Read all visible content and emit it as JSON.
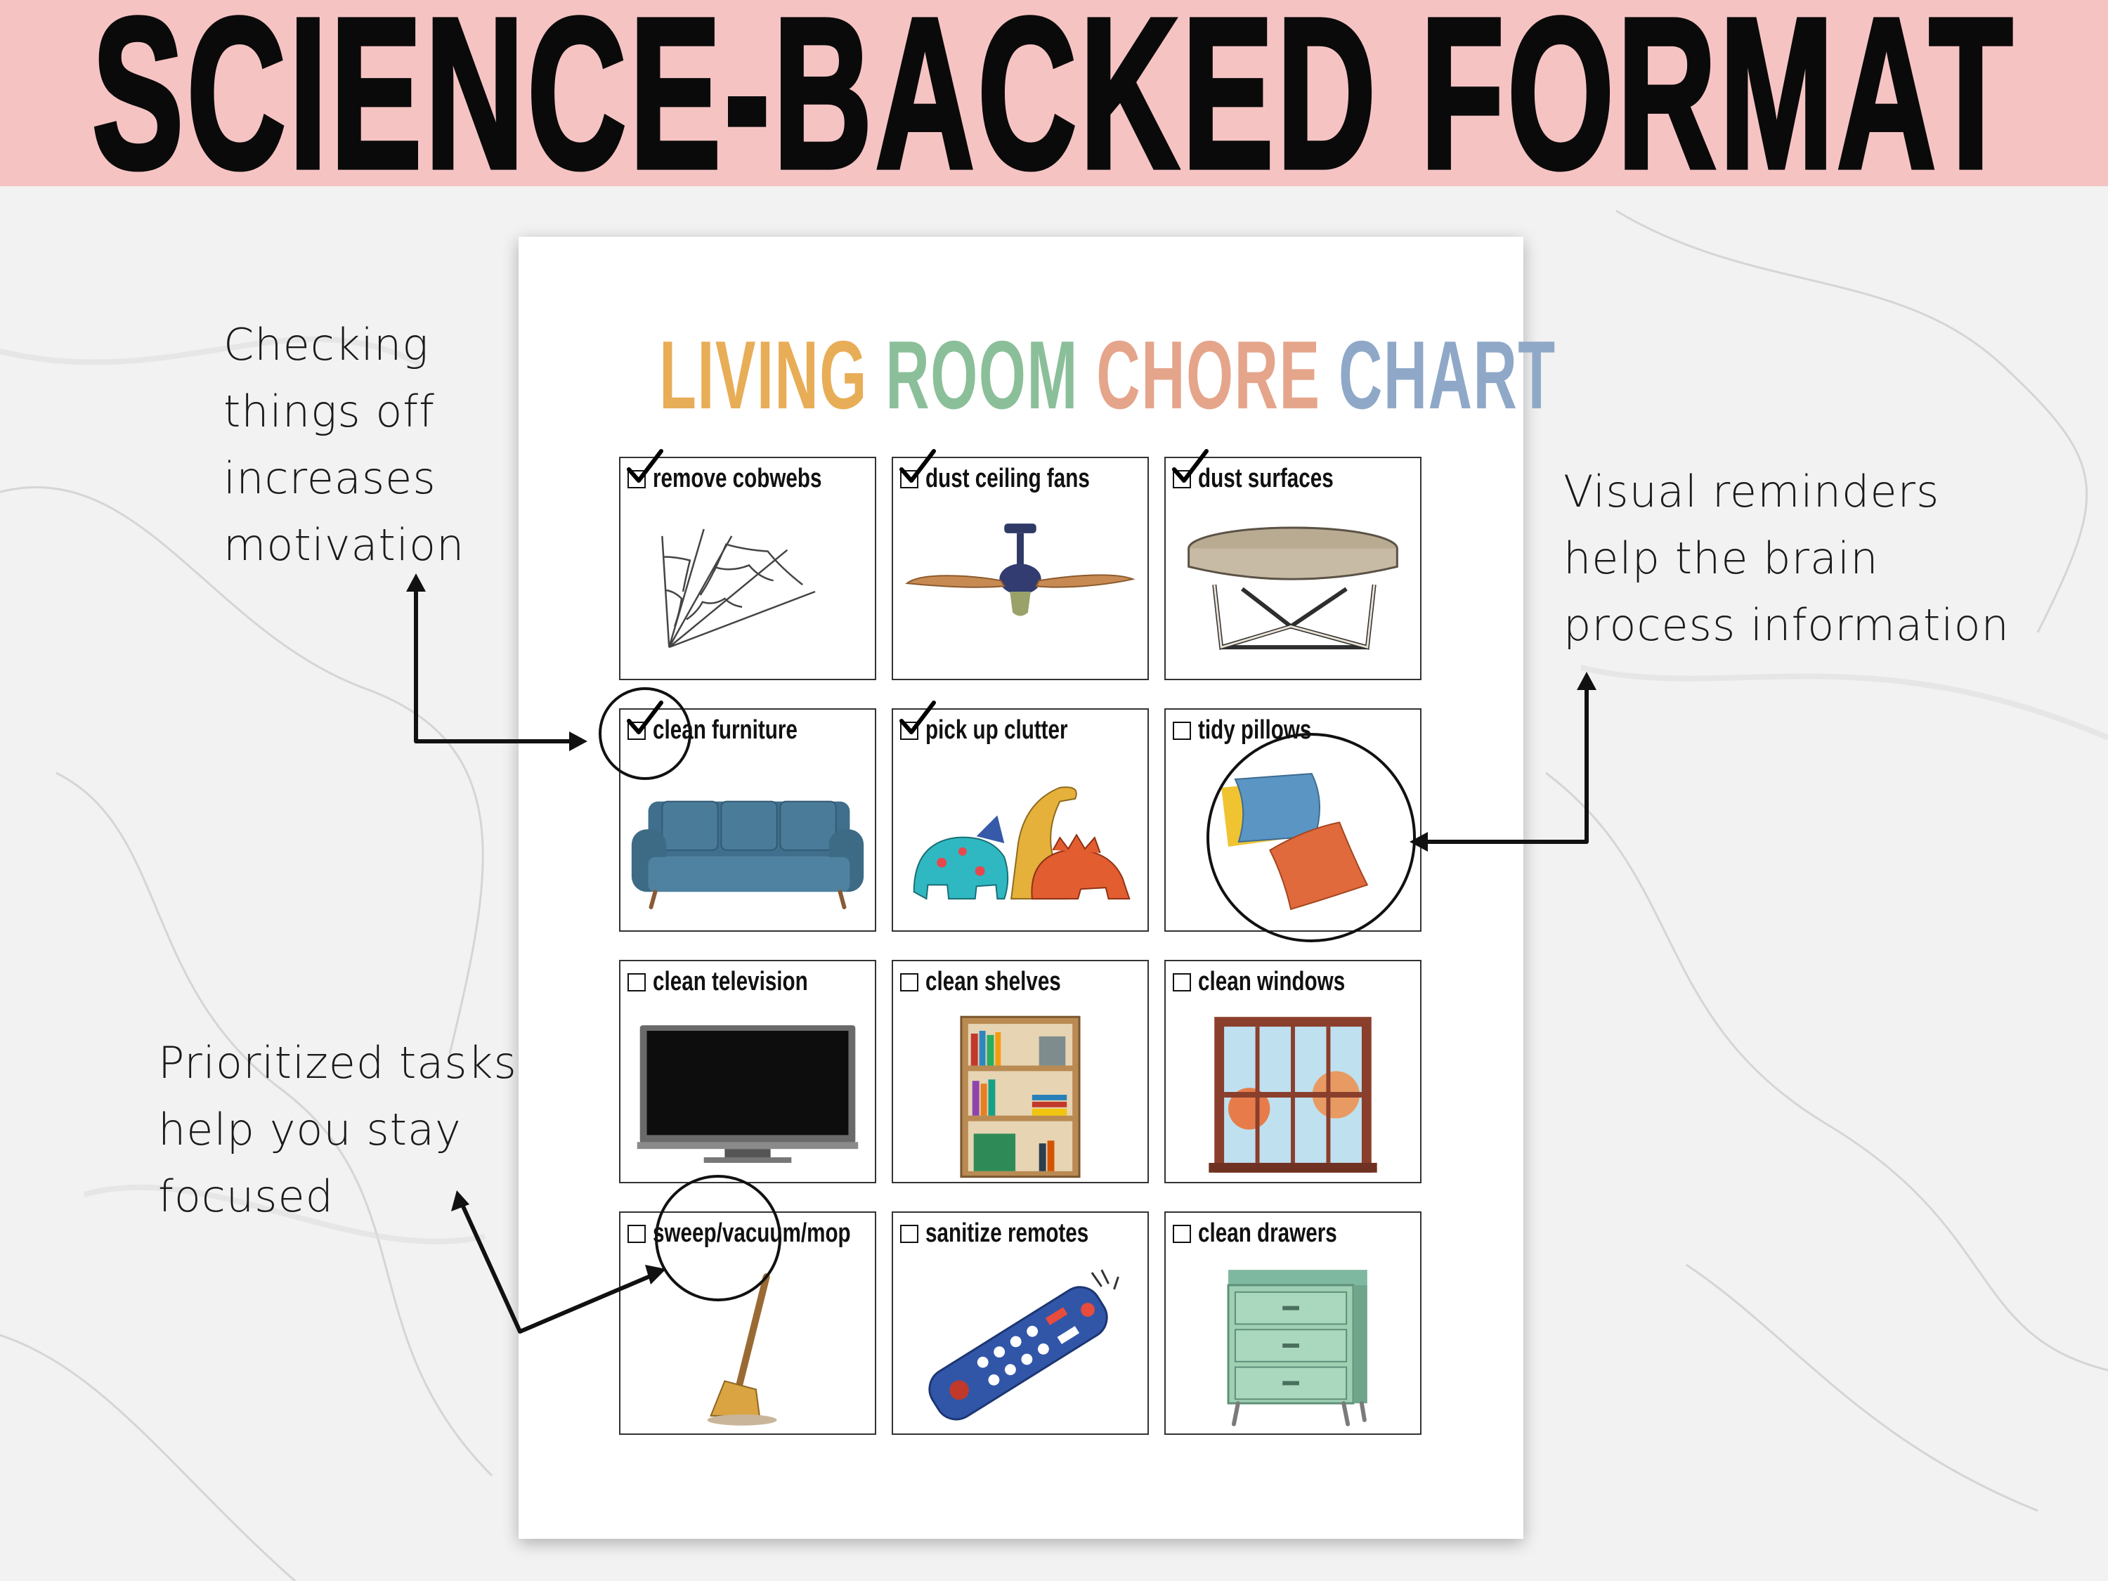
{
  "banner": {
    "title": "SCIENCE-BACKED FORMAT"
  },
  "notes": {
    "checking": [
      "Checking",
      "things off",
      "increases",
      "motivation"
    ],
    "visual": [
      "Visual reminders",
      "help the brain",
      "process information"
    ],
    "prioritized": [
      "Prioritized tasks",
      "help you stay",
      "focused"
    ]
  },
  "chart": {
    "title_words": [
      "LIVING",
      "ROOM",
      "CHORE",
      "CHART"
    ],
    "title_colors": [
      "#e8ad57",
      "#8bbf99",
      "#e5a58b",
      "#8fa8c8"
    ],
    "tasks": [
      {
        "label": "remove cobwebs",
        "checked": true,
        "icon": "cobweb-icon"
      },
      {
        "label": "dust ceiling fans",
        "checked": true,
        "icon": "ceiling-fan-icon"
      },
      {
        "label": "dust surfaces",
        "checked": true,
        "icon": "round-table-icon"
      },
      {
        "label": "clean furniture",
        "checked": true,
        "icon": "sofa-icon"
      },
      {
        "label": "pick up clutter",
        "checked": true,
        "icon": "toy-dinosaurs-icon"
      },
      {
        "label": "tidy pillows",
        "checked": false,
        "icon": "pillows-icon"
      },
      {
        "label": "clean television",
        "checked": false,
        "icon": "television-icon"
      },
      {
        "label": "clean shelves",
        "checked": false,
        "icon": "bookshelf-icon"
      },
      {
        "label": "clean windows",
        "checked": false,
        "icon": "window-icon"
      },
      {
        "label": "sweep/vacuum/mop",
        "checked": false,
        "icon": "broom-icon"
      },
      {
        "label": "sanitize remotes",
        "checked": false,
        "icon": "remote-control-icon"
      },
      {
        "label": "clean drawers",
        "checked": false,
        "icon": "dresser-icon"
      }
    ]
  },
  "colors": {
    "banner": "#f6c3c3",
    "ink": "#0a0a0a"
  }
}
